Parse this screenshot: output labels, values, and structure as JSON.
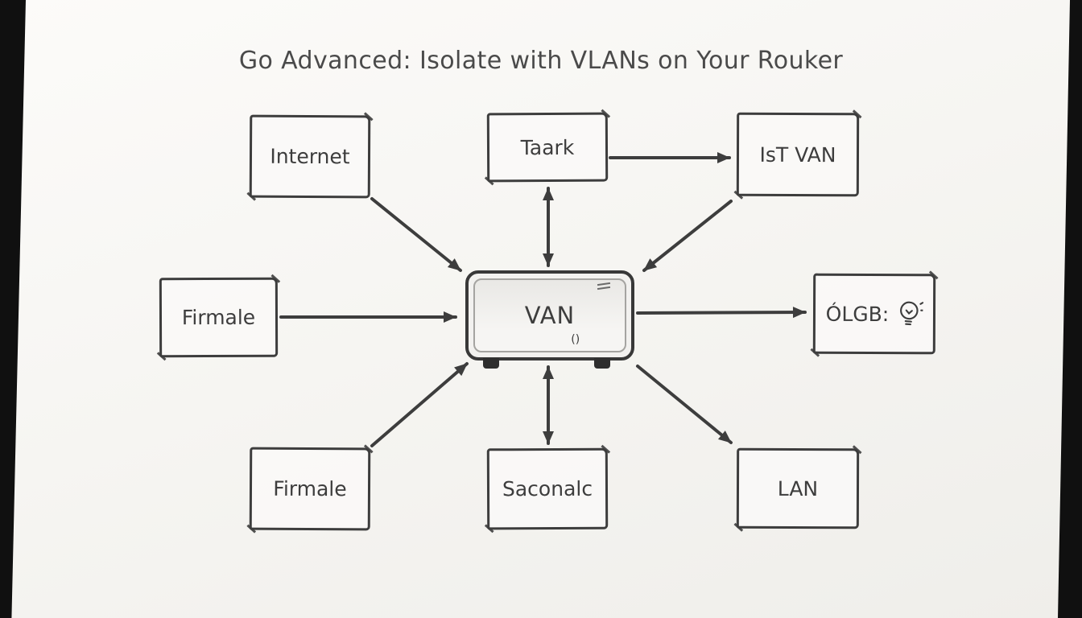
{
  "title": "Go Advanced: Isolate with VLANs on Your Rouker",
  "nodes": {
    "internet": {
      "label": "Internet"
    },
    "task": {
      "label": "Taark"
    },
    "ist_van": {
      "label": "IsT VAN"
    },
    "firewall_left": {
      "label": "Firmale"
    },
    "olgb": {
      "label": "ÓLGB:"
    },
    "firewall_bottom": {
      "label": "Firmale"
    },
    "saconalc": {
      "label": "Saconalc"
    },
    "lan": {
      "label": "LAN"
    },
    "router": {
      "label": "VAN",
      "detail": "()"
    }
  },
  "edges": [
    {
      "from": "internet",
      "to": "router",
      "arrow": "end"
    },
    {
      "from": "firewall_left",
      "to": "router",
      "arrow": "end"
    },
    {
      "from": "task",
      "to": "router",
      "arrow": "both"
    },
    {
      "from": "task",
      "to": "ist_van",
      "arrow": "end"
    },
    {
      "from": "ist_van",
      "to": "router",
      "arrow": "end"
    },
    {
      "from": "router",
      "to": "olgb",
      "arrow": "end"
    },
    {
      "from": "router",
      "to": "saconalc",
      "arrow": "both"
    },
    {
      "from": "firewall_bottom",
      "to": "router",
      "arrow": "end"
    },
    {
      "from": "router",
      "to": "lan",
      "arrow": "end"
    }
  ],
  "icons": {
    "olgb_icon": "lightbulb-icon"
  },
  "colors": {
    "ink": "#3d3d3d",
    "paper": "#f7f6f3",
    "photo_edge": "#101010"
  }
}
